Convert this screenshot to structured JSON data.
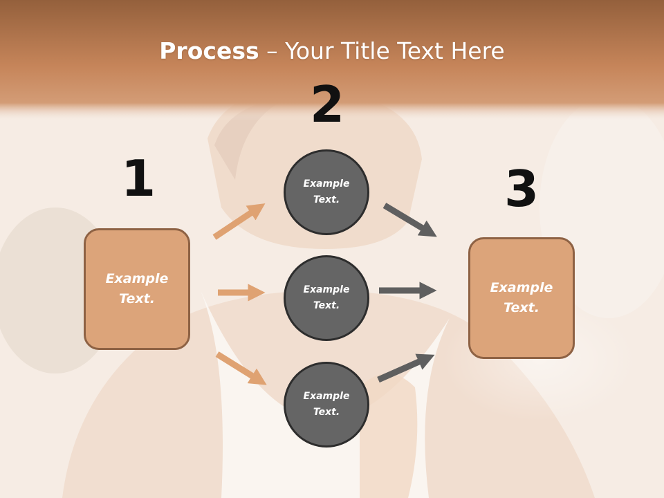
{
  "title": {
    "bold": "Process",
    "rest": " – Your Title Text Here"
  },
  "steps": [
    {
      "number": "1",
      "text": "Example Text."
    },
    {
      "number": "2",
      "items": [
        "Example Text.",
        "Example Text.",
        "Example Text."
      ]
    },
    {
      "number": "3",
      "text": "Example Text."
    }
  ],
  "colors": {
    "header": "#c9875a",
    "box_fill": "#dca47a",
    "box_border": "#8e6244",
    "circle_fill": "#656565",
    "circle_border": "#2d2d2d",
    "arrow_left": "#dfa272",
    "arrow_right": "#5f5f5f"
  }
}
